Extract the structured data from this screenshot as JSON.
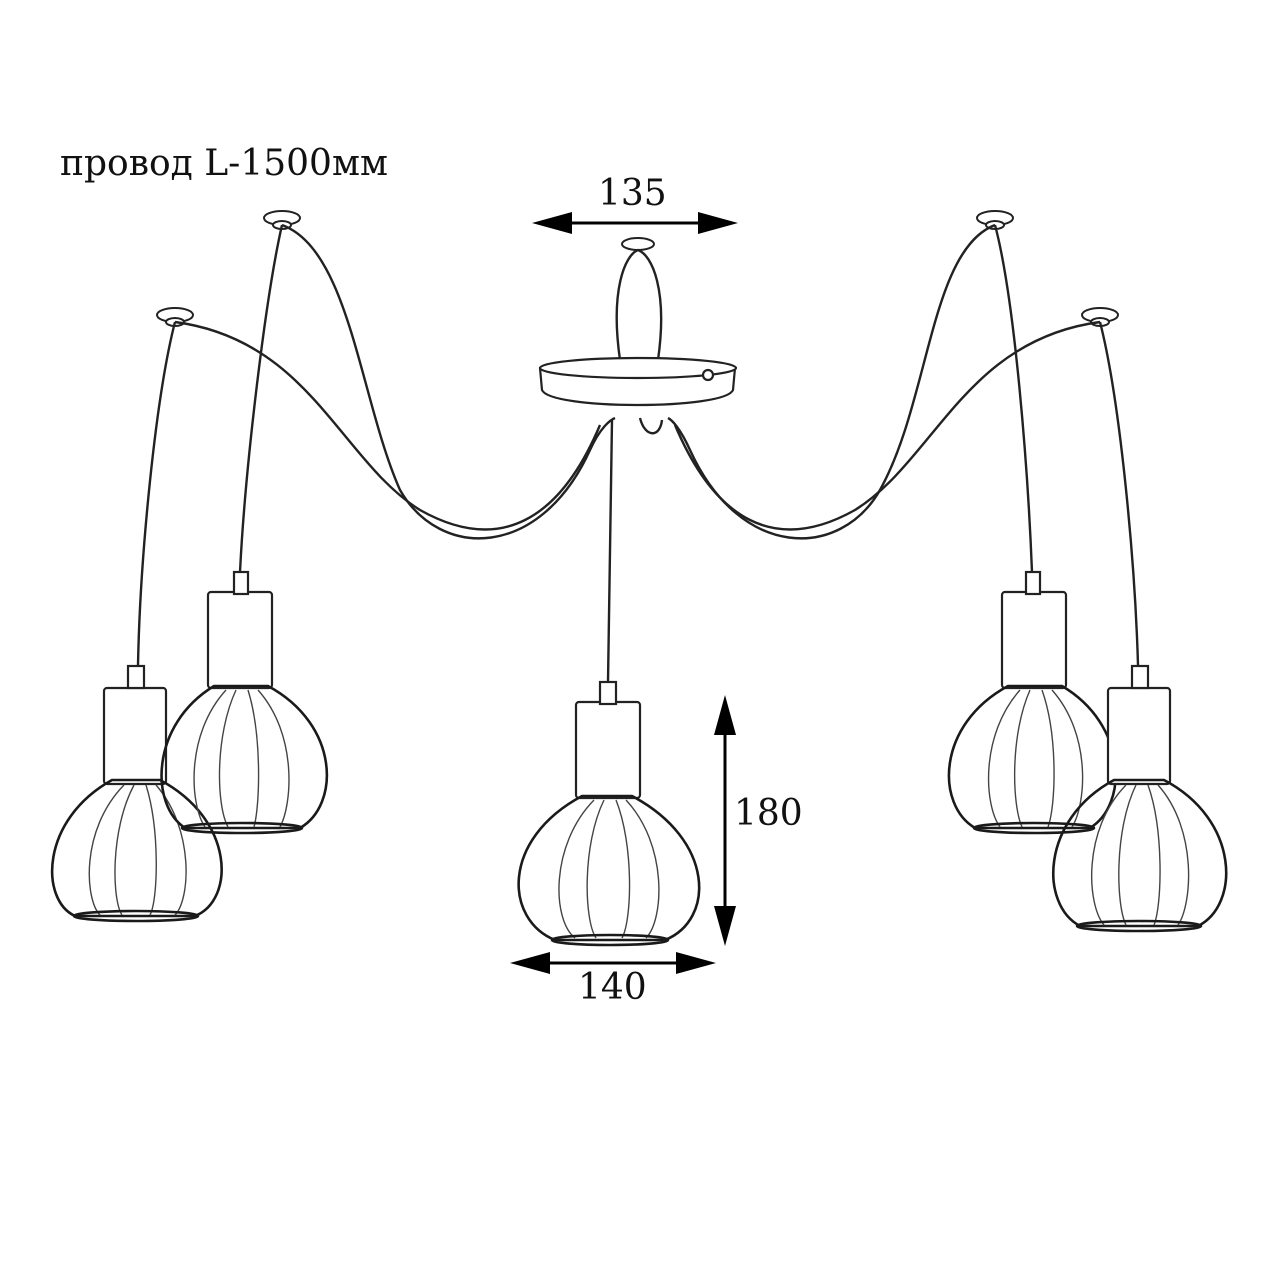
{
  "labels": {
    "wire_length": "провод L-1500мм",
    "canopy_diameter": "135",
    "shade_height": "180",
    "shade_width": "140"
  },
  "pendant_count": 5,
  "colors": {
    "line": "#222222",
    "background": "#ffffff"
  }
}
